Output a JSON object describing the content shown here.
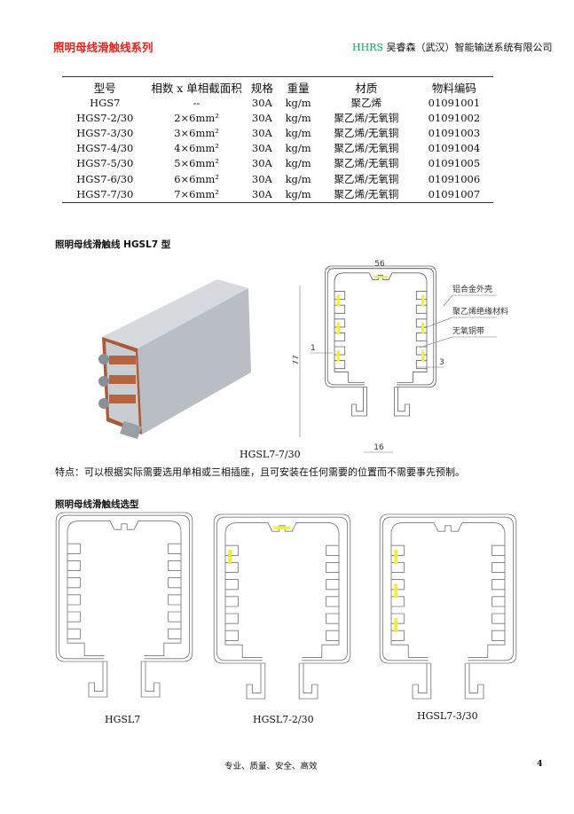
{
  "header": {
    "title": "照明母线滑触线系列",
    "brand": "HHRS",
    "company": " 吴睿森（武汉）智能输送系统有限公司"
  },
  "table": {
    "headers": [
      "型号",
      "相数 x 单相截面积",
      "规格",
      "重量",
      "材质",
      "物料编码"
    ],
    "rows": [
      [
        "HGS7",
        "--",
        "30A",
        "kg/m",
        "聚乙烯",
        "01091001"
      ],
      [
        "HGS7-2/30",
        "2×6mm²",
        "30A",
        "kg/m",
        "聚乙烯/无氧铜",
        "01091002"
      ],
      [
        "HGS7-3/30",
        "3×6mm²",
        "30A",
        "kg/m",
        "聚乙烯/无氧铜",
        "01091003"
      ],
      [
        "HGS7-4/30",
        "4×6mm²",
        "30A",
        "kg/m",
        "聚乙烯/无氧铜",
        "01091004"
      ],
      [
        "HGS7-5/30",
        "5×6mm²",
        "30A",
        "kg/m",
        "聚乙烯/无氧铜",
        "01091005"
      ],
      [
        "HGS7-6/30",
        "6×6mm²",
        "30A",
        "kg/m",
        "聚乙烯/无氧铜",
        "01091006"
      ],
      [
        "HGS7-7/30",
        "7×6mm²",
        "30A",
        "kg/m",
        "聚乙烯/无氧铜",
        "01091007"
      ]
    ]
  },
  "section1": {
    "title": "照明母线滑触线 HGSL7 型",
    "caption": "HGSL7-7/30",
    "drawing": {
      "width_dim": "56",
      "height_dim": "77",
      "slot_dim": "16",
      "dim_1": "1",
      "dim_3": "3",
      "callouts": [
        "铝合金外壳",
        "聚乙烯绝缘材料",
        "无氧铜带"
      ]
    }
  },
  "note": "特点：可以根据实际需要选用单相或三相插座，且可安装在任何需要的位置而不需要事先预制。",
  "section2": {
    "title": "照明母线滑触线选型",
    "models": [
      {
        "label": "HGSL7",
        "conductors": 0
      },
      {
        "label": "HGSL7-2/30",
        "conductors": 2
      },
      {
        "label": "HGSL7-3/30",
        "conductors": 3
      }
    ]
  },
  "footer": {
    "slogan": "专业、质量、安全、高效",
    "page": "4"
  },
  "colors": {
    "title_red": "#e8231c",
    "brand_green": "#1aa35a",
    "conductor_yellow": "#f2ec3a"
  }
}
